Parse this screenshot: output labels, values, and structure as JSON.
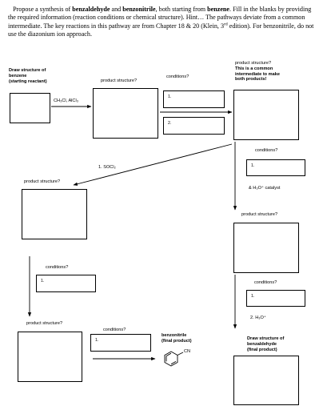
{
  "intro": {
    "t1": "Propose a synthesis of ",
    "b1": "benzaldehyde",
    "t2": " and ",
    "b2": "benzonitrile",
    "t3": ", both starting from ",
    "b3": "benzene",
    "t4": ".  Fill in the blanks by providing the required information (reaction conditions or chemical structure).  Hint… The pathways deviate from a common intermediate.  The key reactions in this pathway are from Chapter 18 & 20 (Klein, 3",
    "sup": "rd",
    "t5": " edition).  For benzonitrile, do not use the diazonium ion approach."
  },
  "start": {
    "line1": "Draw structure of",
    "line2": "benzene",
    "line3": "(starting reactant)"
  },
  "reagent1": {
    "text": "CH₃Cl, AlCl₃"
  },
  "product_q": "product structure?",
  "conditions_q": "conditions?",
  "intermediate": {
    "line1": "product structure?",
    "line2": "This is a common",
    "line3": "intermediate to make",
    "line4": "both products!"
  },
  "step1": "1.",
  "step2": "2.",
  "socl2": "1. SOCl₂",
  "h3o_catalyst": "& H₃O⁺ catalyst",
  "h3o": "2. H₃O⁺",
  "benzonitrile": {
    "line1": "benzonitrile",
    "line2": "(final product)",
    "cn": "CN"
  },
  "final_aldehyde": {
    "line1": "Draw structure of",
    "line2": "benzaldehyde",
    "line3": "(final product)"
  }
}
